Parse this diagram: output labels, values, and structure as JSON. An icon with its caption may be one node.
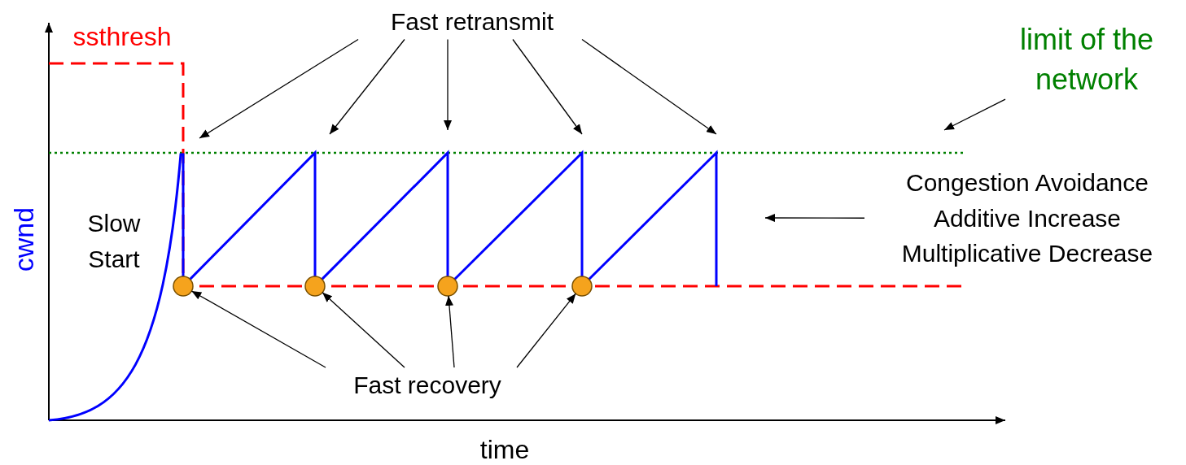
{
  "diagram": {
    "nodes": [
      {
        "text": [
          "Fast retransmit"
        ]
      },
      {
        "text": [
          "limit of the network"
        ]
      },
      {
        "text": [
          "Congestion Avoidance Additive Increase Multiplicative Decrease"
        ]
      },
      {
        "text": [
          "Fast recovery"
        ]
      },
      {
        "text": [],
        "shape": "circle"
      },
      {
        "text": [],
        "shape": "circle"
      },
      {
        "text": [],
        "shape": "circle"
      },
      {
        "text": [],
        "shape": "circle"
      }
    ],
    "edges": [
      {
        "from": 0,
        "to": null,
        "arrow": "to"
      },
      {
        "from": 0,
        "to": null,
        "arrow": "to"
      },
      {
        "from": 0,
        "to": null,
        "arrow": "to"
      },
      {
        "from": 0,
        "to": null,
        "arrow": "to"
      },
      {
        "from": 0,
        "to": null,
        "arrow": "to"
      },
      {
        "from": 1,
        "to": null,
        "arrow": "to"
      },
      {
        "from": 2,
        "to": null,
        "arrow": "to"
      },
      {
        "from": 3,
        "to": 4,
        "arrow": "to"
      },
      {
        "from": 3,
        "to": 5,
        "arrow": "to"
      },
      {
        "from": 3,
        "to": 6,
        "arrow": "to"
      },
      {
        "from": 3,
        "to": 7,
        "arrow": "to"
      }
    ],
    "labels": [
      "ssthresh",
      "cwnd",
      "Slow Start",
      "time"
    ]
  }
}
